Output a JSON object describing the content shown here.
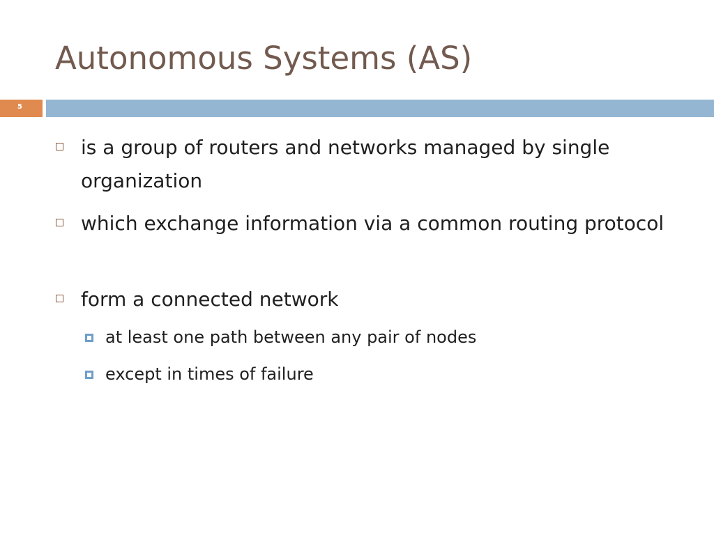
{
  "slide": {
    "title": "Autonomous Systems (AS)",
    "number": "5",
    "bullets": [
      {
        "text": "is a group of routers and networks managed by single organization"
      },
      {
        "text": "which exchange information via a common routing protocol"
      },
      {
        "text": "form a connected network"
      }
    ],
    "sub_bullets": [
      {
        "text": "at least one path between any pair of nodes"
      },
      {
        "text": "except in times of failure"
      }
    ]
  },
  "colors": {
    "title": "#725a4f",
    "slide_number_bar": "#e08a4f",
    "accent_bar": "#94b6d2",
    "sub_bullet_marker": "#6f9fc9"
  }
}
